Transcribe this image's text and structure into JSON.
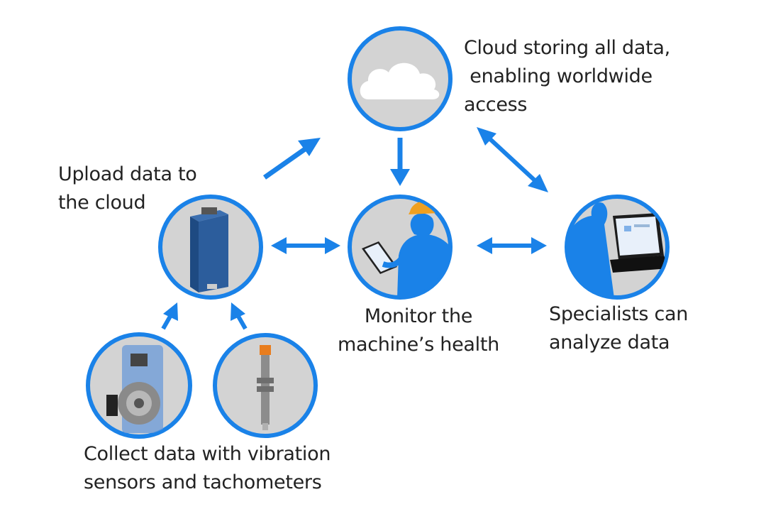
{
  "colors": {
    "accent": "#1a82e8",
    "circle_fill": "#d3d3d3",
    "text": "#222222",
    "hardhat": "#f0a020",
    "device": "#2c5d9c",
    "silhouette": "#1a82e8",
    "screen_dark": "#1c1c1c"
  },
  "nodes": {
    "cloud": {
      "icon": "cloud-icon",
      "lines": [
        "Cloud storing all data,",
        " enabling worldwide",
        "access"
      ]
    },
    "upload": {
      "icon": "data-collector-device-icon",
      "lines": [
        "Upload data to",
        "the cloud"
      ]
    },
    "monitor": {
      "icon": "worker-with-tablet-icon",
      "lines": [
        "Monitor the",
        "machine’s health"
      ]
    },
    "specialists": {
      "icon": "specialist-with-laptop-icon",
      "lines": [
        "Specialists can",
        "analyze data"
      ]
    },
    "vibration": {
      "icon": "machine-with-sensor-icon"
    },
    "tachometer": {
      "icon": "proximity-sensor-icon"
    },
    "collect": {
      "lines": [
        "Collect data with vibration",
        "sensors and tachometers"
      ]
    }
  },
  "connections": [
    {
      "from": "upload",
      "to": "cloud",
      "direction": "one-way"
    },
    {
      "from": "cloud",
      "to": "monitor",
      "direction": "one-way"
    },
    {
      "from": "cloud",
      "to": "specialists",
      "direction": "two-way"
    },
    {
      "from": "upload",
      "to": "monitor",
      "direction": "two-way"
    },
    {
      "from": "monitor",
      "to": "specialists",
      "direction": "two-way"
    },
    {
      "from": "vibration",
      "to": "upload",
      "direction": "one-way"
    },
    {
      "from": "tachometer",
      "to": "upload",
      "direction": "one-way"
    }
  ]
}
